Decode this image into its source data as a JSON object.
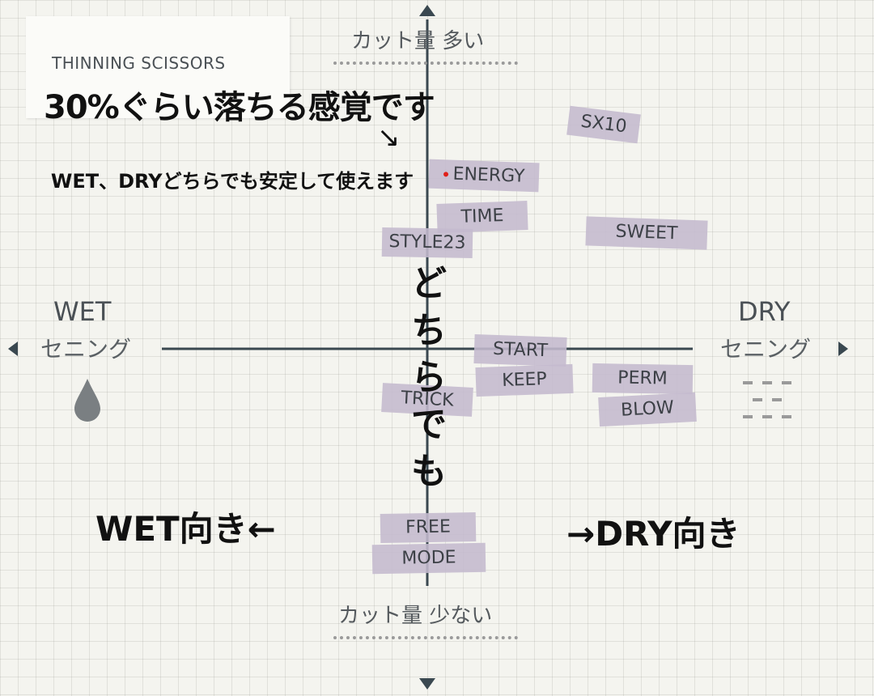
{
  "header": {
    "title": "THINNING SCISSORS"
  },
  "captions": {
    "top": "30%ぐらい落ちる感覚です",
    "arrow": "↘",
    "stable": "WET、DRYどちらでも安定して使えます",
    "vertical": "どちらでも",
    "wet_side": "WET向き←",
    "dry_side": "→DRY向き"
  },
  "axis": {
    "top_label": "カット量 多い",
    "bottom_label": "カット量 少ない",
    "left_title": "WET",
    "left_sub": "セニング",
    "right_title": "DRY",
    "right_sub": "セニング"
  },
  "products": [
    {
      "name": "SX10"
    },
    {
      "name": "ENERGY"
    },
    {
      "name": "TIME"
    },
    {
      "name": "SWEET"
    },
    {
      "name": "STYLE23"
    },
    {
      "name": "START"
    },
    {
      "name": "KEEP"
    },
    {
      "name": "PERM"
    },
    {
      "name": "TRICK"
    },
    {
      "name": "BLOW"
    },
    {
      "name": "FREE"
    },
    {
      "name": "MODE"
    }
  ],
  "icons": {
    "wet": "water-drop-icon",
    "dry": "dashes-icon"
  },
  "colors": {
    "tape": "#c4bace",
    "axis": "#3a4850",
    "accent_dot": "#e0201a"
  }
}
